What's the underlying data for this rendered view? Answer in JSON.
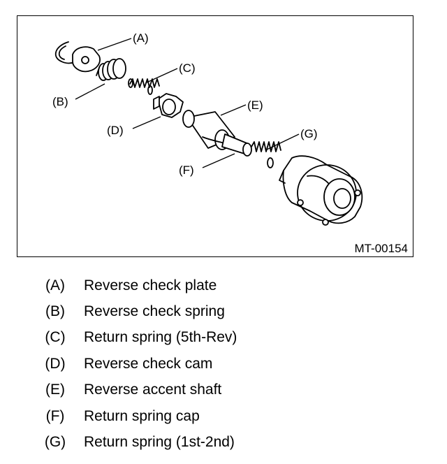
{
  "figure": {
    "code": "MT-00154",
    "callouts": {
      "a": "(A)",
      "b": "(B)",
      "c": "(C)",
      "d": "(D)",
      "e": "(E)",
      "f": "(F)",
      "g": "(G)"
    }
  },
  "legend": [
    {
      "key": "(A)",
      "text": "Reverse check plate"
    },
    {
      "key": "(B)",
      "text": "Reverse check spring"
    },
    {
      "key": "(C)",
      "text": "Return spring (5th-Rev)"
    },
    {
      "key": "(D)",
      "text": "Reverse check cam"
    },
    {
      "key": "(E)",
      "text": "Reverse accent shaft"
    },
    {
      "key": "(F)",
      "text": "Return spring cap"
    },
    {
      "key": "(G)",
      "text": "Return spring (1st-2nd)"
    }
  ]
}
